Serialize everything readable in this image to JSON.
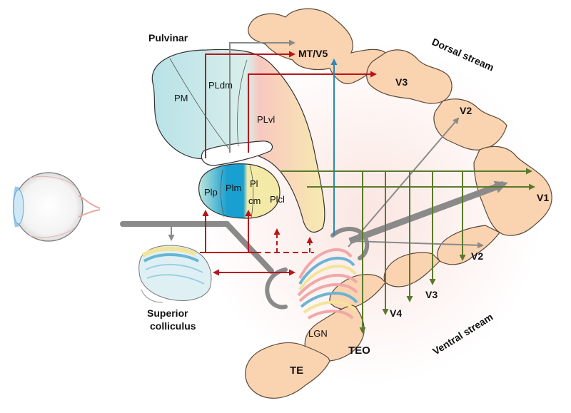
{
  "labels": {
    "pulvinar": "Pulvinar",
    "pm": "PM",
    "pldm": "PLdm",
    "plvl": "PLvl",
    "plp": "Plp",
    "plm": "Plm",
    "pl": "Pl",
    "cm": "cm",
    "plcl": "Plcl",
    "mtv5": "MT/V5",
    "dorsal_stream": "Dorsal stream",
    "ventral_stream": "Ventral stream",
    "v3_dorsal": "V3",
    "v2_dorsal": "V2",
    "v1": "V1",
    "v2_ventral": "V2",
    "v3_ventral": "V3",
    "v4": "V4",
    "teo": "TEO",
    "te": "TE",
    "lgn": "LGN",
    "superior": "Superior",
    "colliculus": "colliculus"
  },
  "colors": {
    "cortex_fill": "#fad3b0",
    "cortex_stroke": "#5a4a3a",
    "red_arrow": "#b8141c",
    "green_arrow": "#5a7a2a",
    "gray_arrow": "#8a8a8a",
    "blue_arrow": "#2a88b8",
    "pulvinar_cyan": "#b8e2e8",
    "pulvinar_pink": "#f6b6b0",
    "pulvinar_yellow": "#f6ebb0",
    "pulvinar_blue": "#1aa0d0"
  }
}
